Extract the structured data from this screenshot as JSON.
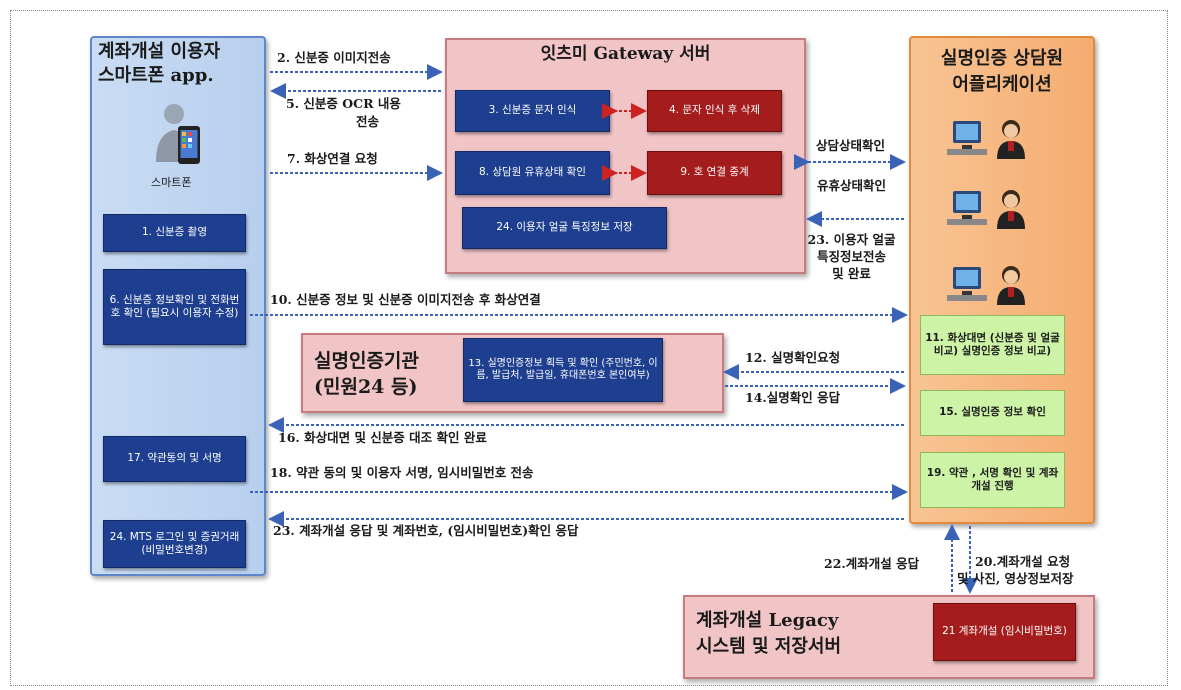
{
  "smartphone_app": {
    "title_line1": "계좌개설 이용자",
    "title_line2": "스마트폰 app.",
    "icon_caption": "스마트폰",
    "step_1": "1. 신분증 촬영",
    "step_6": "6. 신분증 정보확인 및 전화번호 확인 (필요시 이용자 수정)",
    "step_17": "17. 약관동의 및 서명",
    "step_24": "24. MTS 로그인 및 증권거래(비밀번호변경)"
  },
  "gateway": {
    "title": "잇츠미 Gateway 서버",
    "step_3": "3. 신분증 문자 인식",
    "step_4": "4. 문자 인식 후 삭제",
    "step_8": "8. 상담원 유휴상태 확인",
    "step_9": "9. 호 연결 중계",
    "step_24": "24. 이용자 얼굴 특징정보 저장"
  },
  "agent_app": {
    "title_line1": "실명인증 상담원",
    "title_line2": "어플리케이션",
    "step_11": "11. 화상대면 (신분증 및 얼굴비교) 실명인증 정보 비교)",
    "step_15": "15. 실명인증 정보 확인",
    "step_19": "19. 약관 , 서명 확인 및 계좌 개설 진행"
  },
  "cert_agency": {
    "title_line1": "실명인증기관",
    "title_line2": "(민원24 등)",
    "step_13": "13. 실명인증정보 획득 및 확인 (주민번호, 이름, 발급처, 발급일, 휴대폰번호 본인여부)"
  },
  "legacy": {
    "title_line1": "계좌개설 Legacy",
    "title_line2": "시스템 및 저장서버",
    "step_21": "21 계좌개설 (임시비밀번호)"
  },
  "flows": {
    "f2": "2. 신분증 이미지전송",
    "f5_line1": "5. 신분증 OCR 내용",
    "f5_line2": "전송",
    "f7": "7. 화상연결 요청",
    "status_check": "상담상태확인",
    "idle_state": "유휴상태확인",
    "f23_line1": "23. 이용자 얼굴",
    "f23_line2": "특징정보전송",
    "f23_line3": "및 완료",
    "f10": "10. 신분증 정보 및 신분증 이미지전송 후 화상연결",
    "f12": "12. 실명확인요청",
    "f14": "14.실명확인 응답",
    "f16": "16. 화상대면 및 신분증 대조 확인 완료",
    "f18": "18. 약관 동의 및 이용자 서명, 임시비밀번호 전송",
    "f23b": "23. 계좌개설 응답 및 계좌번호, (임시비밀번호)확인 응답",
    "f22": "22.계좌개설 응답",
    "f20_line1": "20.계좌개설 요청",
    "f20_line2": "및 사진, 영상정보저장"
  },
  "icons": [
    "smartphone-user-icon",
    "agent-workstation-icon"
  ],
  "colors": {
    "app_panel": "#c9dcf3",
    "gateway_panel": "#f1c4c6",
    "agent_panel": "#f8c494",
    "blue_box": "#1e3f8f",
    "red_box": "#a51c1c",
    "green_box": "#cdf3a6",
    "arrow": "#3a63b8"
  }
}
